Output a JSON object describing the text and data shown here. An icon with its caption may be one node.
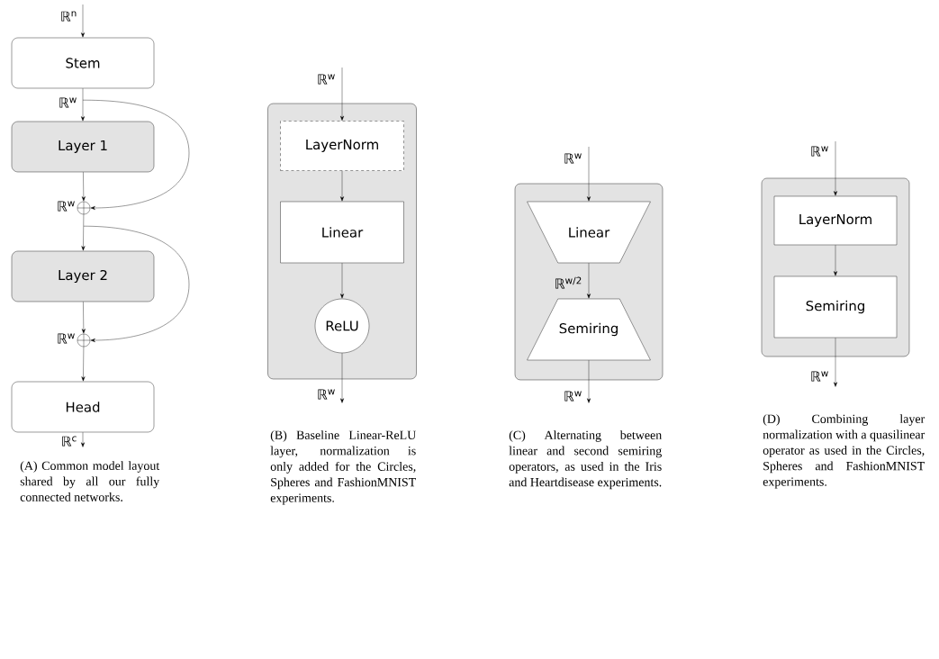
{
  "diagram": {
    "nodes": [
      {
        "text": [
          "Stem"
        ]
      },
      {
        "text": [
          "Layer 1"
        ]
      },
      {
        "text": [],
        "shape": "circle",
        "beside": [
          "ℝ$^{w}$"
        ]
      },
      {
        "text": [
          "Layer 2"
        ]
      },
      {
        "text": [],
        "shape": "circle",
        "beside": [
          "ℝ$^{w}$"
        ]
      },
      {
        "text": [
          "Head"
        ]
      },
      {
        "text": [],
        "shape": "box"
      },
      {
        "text": [
          "LayerNorm"
        ],
        "in": 6
      },
      {
        "text": [
          "Linear"
        ],
        "in": 6
      },
      {
        "text": [
          "ReLU"
        ],
        "in": 6
      },
      {
        "text": [],
        "shape": "box"
      },
      {
        "text": [
          "Linear"
        ],
        "in": 10
      },
      {
        "text": [
          "Semiring"
        ],
        "in": 10
      },
      {
        "text": [],
        "shape": "box"
      },
      {
        "text": [
          "LayerNorm"
        ],
        "in": 13
      },
      {
        "text": [
          "Semiring"
        ],
        "in": 13
      }
    ],
    "edges": [
      {
        "from": null,
        "to": 0,
        "arrow": "to",
        "label": "ℝ$^{n}$"
      },
      {
        "from": 0,
        "to": 1,
        "arrow": "to",
        "label": "ℝ$^{w}$"
      },
      {
        "from": 1,
        "to": 2,
        "arrow": "to"
      },
      {
        "from": 0,
        "to": 2,
        "arrow": "to"
      },
      {
        "from": 2,
        "to": 3,
        "arrow": "to"
      },
      {
        "from": 2,
        "to": 4,
        "arrow": "to"
      },
      {
        "from": 3,
        "to": 4,
        "arrow": "to"
      },
      {
        "from": 4,
        "to": 5,
        "arrow": "to"
      },
      {
        "from": 5,
        "to": null,
        "arrow": "to",
        "label": "ℝ$^{c}$"
      },
      {
        "from": null,
        "to": 7,
        "arrow": "to",
        "label": "ℝ$^{w}$"
      },
      {
        "from": 7,
        "to": 8,
        "arrow": "to"
      },
      {
        "from": 8,
        "to": 9,
        "arrow": "to"
      },
      {
        "from": 9,
        "to": null,
        "arrow": "to",
        "label": "ℝ$^{w}$"
      },
      {
        "from": null,
        "to": 11,
        "arrow": "to",
        "label": "ℝ$^{w}$"
      },
      {
        "from": 11,
        "to": 12,
        "arrow": "to",
        "label": "ℝ$^{w/2}$"
      },
      {
        "from": 12,
        "to": null,
        "arrow": "to",
        "label": "ℝ$^{w}$"
      },
      {
        "from": null,
        "to": 14,
        "arrow": "to",
        "label": "ℝ$^{w}$"
      },
      {
        "from": 14,
        "to": 15,
        "arrow": "to"
      },
      {
        "from": 15,
        "to": null,
        "arrow": "to",
        "label": "ℝ$^{w}$"
      }
    ],
    "labels": [
      "(A) Common model layout shared by all our fully connected networks.",
      "(B) Baseline Linear-ReLU layer, normalization is only added for the Circles, Spheres and FashionMNIST experiments.",
      "(C) Alternating between linear and second semiring operators, as used in the Iris and Heartdisease experiments.",
      "(D) Combining layer normalization with a quasilinear operator as used in the Circles, Spheres and FashionMNIST experiments."
    ]
  }
}
